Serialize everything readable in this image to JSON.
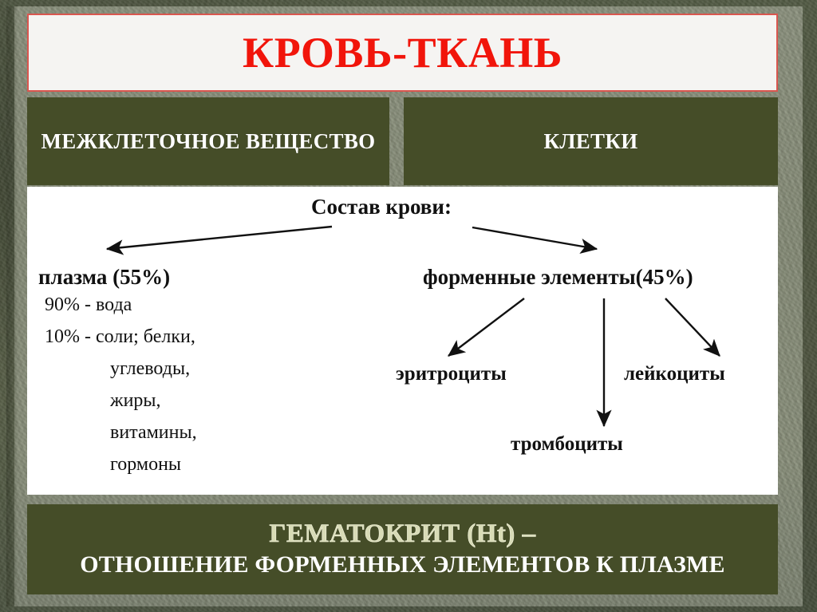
{
  "slide": {
    "title": "КРОВЬ-ТКАНЬ",
    "title_color": "#f1150b",
    "panel_color": "#454d28",
    "headers": [
      {
        "label": "МЕЖКЛЕТОЧНОЕ ВЕЩЕСТВО"
      },
      {
        "label": "КЛЕТКИ"
      }
    ],
    "diagram": {
      "root": "Состав крови:",
      "left_branch": {
        "label": "плазма (55%)",
        "items": [
          "90% - вода",
          "10% - соли; белки,",
          "углеводы,",
          "жиры,",
          "витамины,",
          "гормоны"
        ]
      },
      "right_branch": {
        "label": "форменные элементы(45%)",
        "children": [
          "эритроциты",
          "тромбоциты",
          "лейкоциты"
        ]
      }
    },
    "footer": {
      "line1": "ГЕМАТОКРИТ (Ht) –",
      "line2": "ОТНОШЕНИЕ ФОРМЕННЫХ ЭЛЕМЕНТОВ К ПЛАЗМЕ"
    }
  }
}
